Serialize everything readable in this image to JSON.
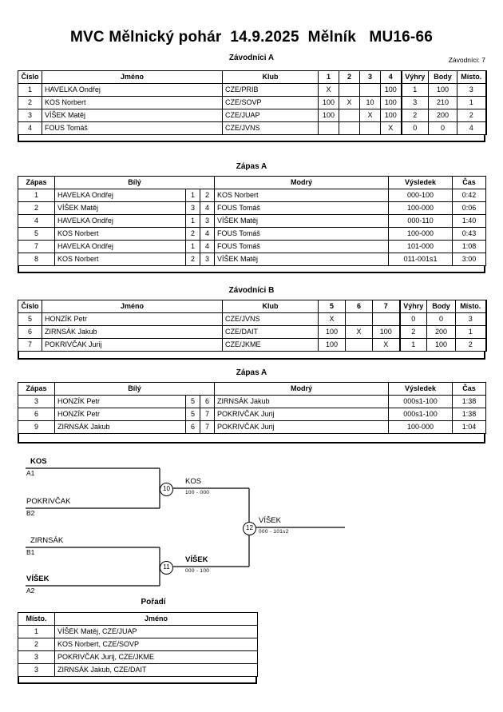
{
  "header": {
    "title": "MVC Mělnický pohár  14.9.2025  Mělník   MU16-66",
    "entrants_label": "Závodníci: 7"
  },
  "sections": {
    "group_a_title": "Závodníci A",
    "group_b_title": "Závodníci B",
    "matches_a_title": "Zápas A",
    "matches_b_title": "Zápas A",
    "ranking_title": "Pořadí"
  },
  "standings_headers": {
    "number": "Číslo",
    "name": "Jméno",
    "club": "Klub",
    "wins": "Výhry",
    "points": "Body",
    "place": "Místo."
  },
  "group_a": {
    "opponent_columns": [
      "1",
      "2",
      "3",
      "4"
    ],
    "rows": [
      {
        "number": "1",
        "name": "HAVELKA Ondřej",
        "club": "CZE/PRIB",
        "scores": [
          "X",
          "",
          "",
          "100"
        ],
        "wins": "1",
        "points": "100",
        "place": "3"
      },
      {
        "number": "2",
        "name": "KOS Norbert",
        "club": "CZE/SOVP",
        "scores": [
          "100",
          "X",
          "10",
          "100"
        ],
        "wins": "3",
        "points": "210",
        "place": "1"
      },
      {
        "number": "3",
        "name": "VÍŠEK Matěj",
        "club": "CZE/JUAP",
        "scores": [
          "100",
          "",
          "X",
          "100"
        ],
        "wins": "2",
        "points": "200",
        "place": "2"
      },
      {
        "number": "4",
        "name": "FOUS Tomáš",
        "club": "CZE/JVNS",
        "scores": [
          "",
          "",
          "",
          "X"
        ],
        "wins": "0",
        "points": "0",
        "place": "4"
      }
    ]
  },
  "group_b": {
    "opponent_columns": [
      "5",
      "6",
      "7"
    ],
    "rows": [
      {
        "number": "5",
        "name": "HONZÍK Petr",
        "club": "CZE/JVNS",
        "scores": [
          "X",
          "",
          ""
        ],
        "wins": "0",
        "points": "0",
        "place": "3"
      },
      {
        "number": "6",
        "name": "ZIRNSÁK Jakub",
        "club": "CZE/DAIT",
        "scores": [
          "100",
          "X",
          "100"
        ],
        "wins": "2",
        "points": "200",
        "place": "1"
      },
      {
        "number": "7",
        "name": "POKRIVČAK Jurij",
        "club": "CZE/JKME",
        "scores": [
          "100",
          "",
          "X"
        ],
        "wins": "1",
        "points": "100",
        "place": "2"
      }
    ]
  },
  "match_headers": {
    "match": "Zápas",
    "white": "Bílý",
    "blue": "Modrý",
    "result": "Výsledek",
    "time": "Čas"
  },
  "matches_a": [
    {
      "match": "1",
      "white": "HAVELKA Ondřej",
      "white_win": false,
      "white_no": "1",
      "blue_no": "2",
      "blue": "KOS Norbert",
      "blue_win": true,
      "result": "000-100",
      "time": "0:42"
    },
    {
      "match": "2",
      "white": "VÍŠEK Matěj",
      "white_win": true,
      "white_no": "3",
      "blue_no": "4",
      "blue": "FOUS Tomáš",
      "blue_win": false,
      "result": "100-000",
      "time": "0:06"
    },
    {
      "match": "4",
      "white": "HAVELKA Ondřej",
      "white_win": false,
      "white_no": "1",
      "blue_no": "3",
      "blue": "VÍŠEK Matěj",
      "blue_win": true,
      "result": "000-110",
      "time": "1:40"
    },
    {
      "match": "5",
      "white": "KOS Norbert",
      "white_win": true,
      "white_no": "2",
      "blue_no": "4",
      "blue": "FOUS Tomáš",
      "blue_win": false,
      "result": "100-000",
      "time": "0:43"
    },
    {
      "match": "7",
      "white": "HAVELKA Ondřej",
      "white_win": true,
      "white_no": "1",
      "blue_no": "4",
      "blue": "FOUS Tomáš",
      "blue_win": false,
      "result": "101-000",
      "time": "1:08"
    },
    {
      "match": "8",
      "white": "KOS Norbert",
      "white_win": true,
      "white_no": "2",
      "blue_no": "3",
      "blue": "VÍŠEK Matěj",
      "blue_win": false,
      "result": "011-001s1",
      "time": "3:00"
    }
  ],
  "matches_b": [
    {
      "match": "3",
      "white": "HONZÍK Petr",
      "white_win": false,
      "white_no": "5",
      "blue_no": "6",
      "blue": "ZIRNSÁK Jakub",
      "blue_win": true,
      "result": "000s1-100",
      "time": "1:38"
    },
    {
      "match": "6",
      "white": "HONZÍK Petr",
      "white_win": false,
      "white_no": "5",
      "blue_no": "7",
      "blue": "POKRIVČAK Jurij",
      "blue_win": true,
      "result": "000s1-100",
      "time": "1:38"
    },
    {
      "match": "9",
      "white": "ZIRNSÁK Jakub",
      "white_win": true,
      "white_no": "6",
      "blue_no": "7",
      "blue": "POKRIVČAK Jurij",
      "blue_win": false,
      "result": "100-000",
      "time": "1:04"
    }
  ],
  "bracket": {
    "seeds": [
      {
        "name": "KOS",
        "seed": "A1",
        "winner": true
      },
      {
        "name": "POKRIVČAK",
        "seed": "B2",
        "winner": false
      },
      {
        "name": "ZIRNSÁK",
        "seed": "B1",
        "winner": false
      },
      {
        "name": "VÍŠEK",
        "seed": "A2",
        "winner": true
      }
    ],
    "nodes": [
      {
        "id": "10",
        "name": "KOS",
        "score": "100 - 000",
        "winner": false
      },
      {
        "id": "11",
        "name": "VÍŠEK",
        "score": "000 - 100",
        "winner": true
      },
      {
        "id": "12",
        "name": "VÍŠEK",
        "score": "000 - 101s2",
        "winner": false
      }
    ]
  },
  "ranking": {
    "headers": {
      "place": "Místo.",
      "name": "Jméno"
    },
    "rows": [
      {
        "place": "1",
        "name": "VÍŠEK Matěj, CZE/JUAP"
      },
      {
        "place": "2",
        "name": "KOS Norbert, CZE/SOVP"
      },
      {
        "place": "3",
        "name": "POKRIVČAK Jurij, CZE/JKME"
      },
      {
        "place": "3",
        "name": "ZIRNSÁK Jakub, CZE/DAIT"
      }
    ]
  }
}
